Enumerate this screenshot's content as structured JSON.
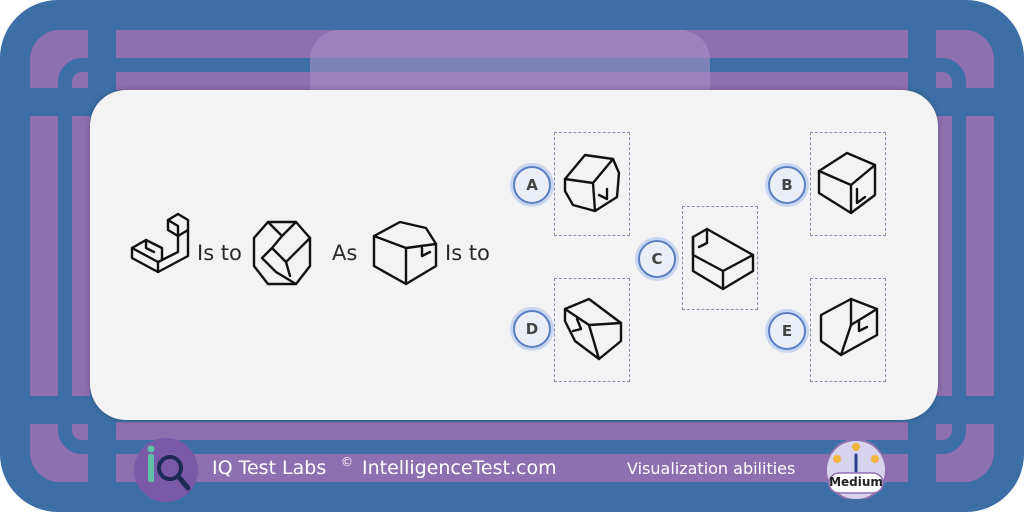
{
  "puzzle": {
    "connector_1": "Is to",
    "connector_2": "As",
    "connector_3": "Is to"
  },
  "options": [
    {
      "letter": "A"
    },
    {
      "letter": "B"
    },
    {
      "letter": "C"
    },
    {
      "letter": "D"
    },
    {
      "letter": "E"
    }
  ],
  "footer": {
    "brand": "IQ Test Labs",
    "copyright_mark": "©",
    "site": "IntelligenceTest.com",
    "category": "Visualization abilities",
    "difficulty": "Medium"
  },
  "colors": {
    "frame_blue": "#3d6fa6",
    "frame_purple": "#8e6fb0",
    "panel": "#f3f3f3",
    "badge_ring": "#5b7fc4"
  }
}
